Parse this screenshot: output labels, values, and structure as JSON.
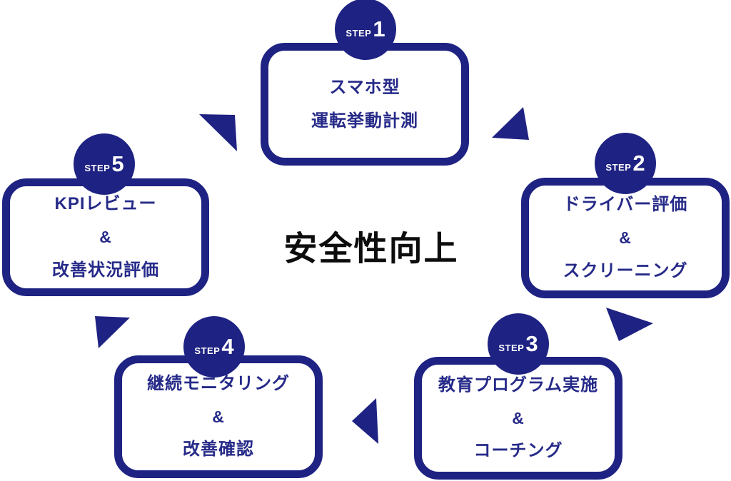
{
  "diagram": {
    "title": "安全性向上",
    "step_label": "STEP",
    "steps": [
      {
        "number": "1",
        "lines": [
          "スマホ型",
          "運転挙動計測"
        ]
      },
      {
        "number": "2",
        "lines": [
          "ドライバー評価",
          "&",
          "スクリーニング"
        ]
      },
      {
        "number": "3",
        "lines": [
          "教育プログラム実施",
          "&",
          "コーチング"
        ]
      },
      {
        "number": "4",
        "lines": [
          "継続モニタリング",
          "&",
          "改善確認"
        ]
      },
      {
        "number": "5",
        "lines": [
          "KPIレビュー",
          "&",
          "改善状況評価"
        ]
      }
    ],
    "colors": {
      "navy": "#1e2282",
      "box_text": "#262a88",
      "title": "#0d0d0d",
      "badge_text": "#ffffff",
      "background": "#ffffff"
    }
  }
}
